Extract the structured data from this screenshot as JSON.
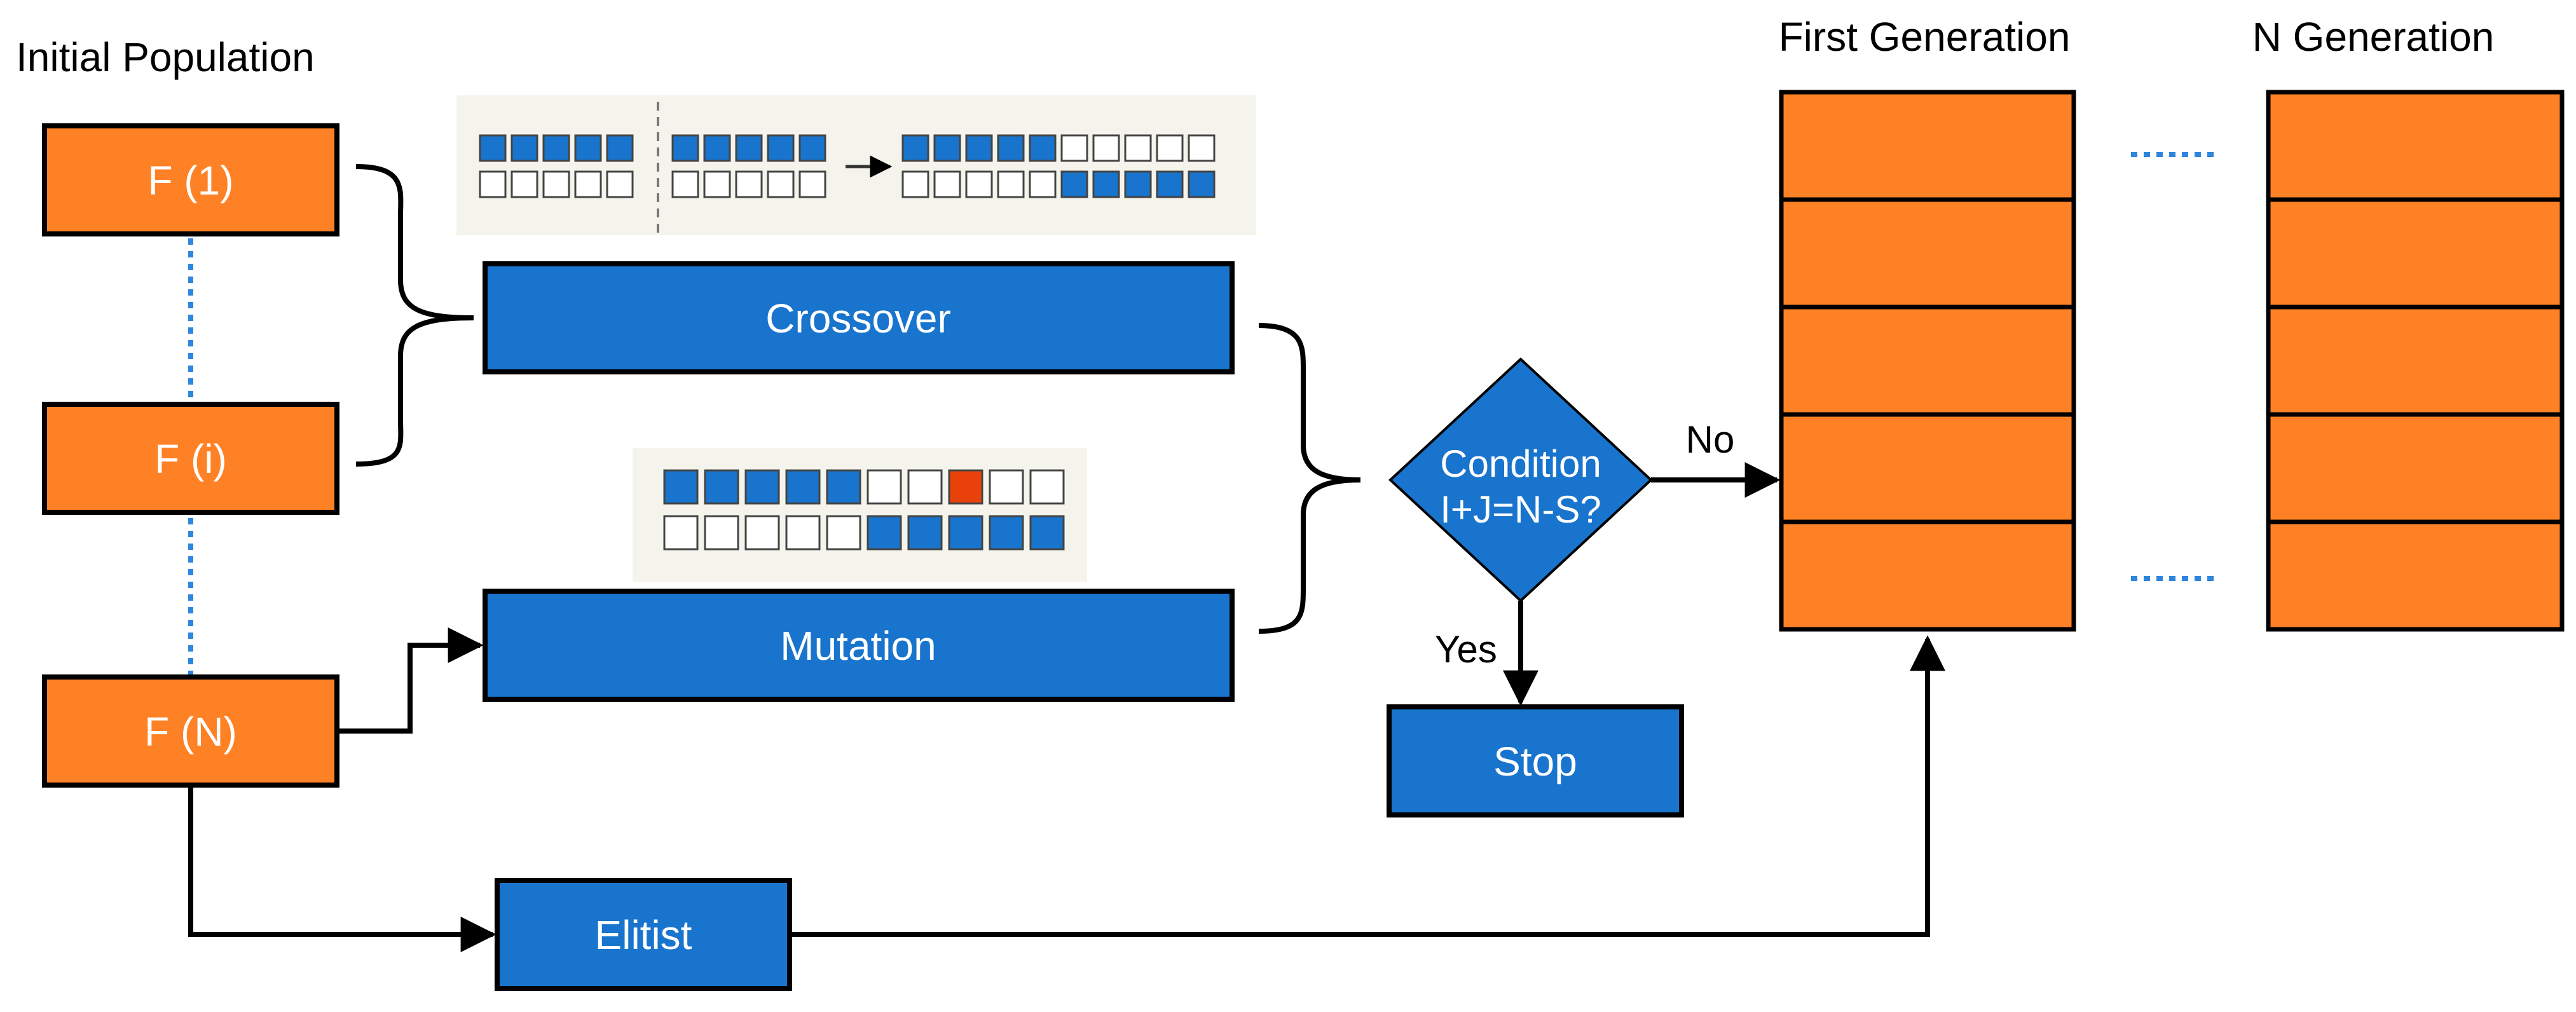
{
  "colors": {
    "orange": "#FF8125",
    "blue": "#1874CD",
    "stroke": "#000000",
    "dotted": "#2E86DE",
    "mutation_bit": "#E8420A",
    "panel": "#F5F4EC"
  },
  "labels": {
    "initial_population": "Initial Population",
    "first_generation": "First Generation",
    "n_generation": "N Generation",
    "f1": "F (1)",
    "fi": "F (i)",
    "fn": "F (N)",
    "crossover": "Crossover",
    "mutation": "Mutation",
    "elitist": "Elitist",
    "condition_line1": "Condition",
    "condition_line2": "I+J=N-S?",
    "no": "No",
    "yes": "Yes",
    "stop": "Stop"
  },
  "generation_columns": [
    {
      "name": "first-generation",
      "cells": 5
    },
    {
      "name": "n-generation",
      "cells": 5
    }
  ],
  "crossover_chromosomes": {
    "parent_a": {
      "top": [
        1,
        1,
        1,
        1,
        1
      ],
      "bottom": [
        0,
        0,
        0,
        0,
        0
      ]
    },
    "parent_b": {
      "top": [
        1,
        1,
        1,
        1,
        1
      ],
      "bottom": [
        0,
        0,
        0,
        0,
        0
      ]
    },
    "child": {
      "top": [
        1,
        1,
        1,
        1,
        1,
        0,
        0,
        0,
        0,
        0
      ],
      "bottom": [
        0,
        0,
        0,
        0,
        0,
        1,
        1,
        1,
        1,
        1
      ]
    }
  },
  "mutation_chromosome": {
    "top": [
      1,
      1,
      1,
      1,
      1,
      0,
      0,
      2,
      0,
      0
    ],
    "bottom": [
      0,
      0,
      0,
      0,
      0,
      1,
      1,
      1,
      1,
      1
    ]
  }
}
